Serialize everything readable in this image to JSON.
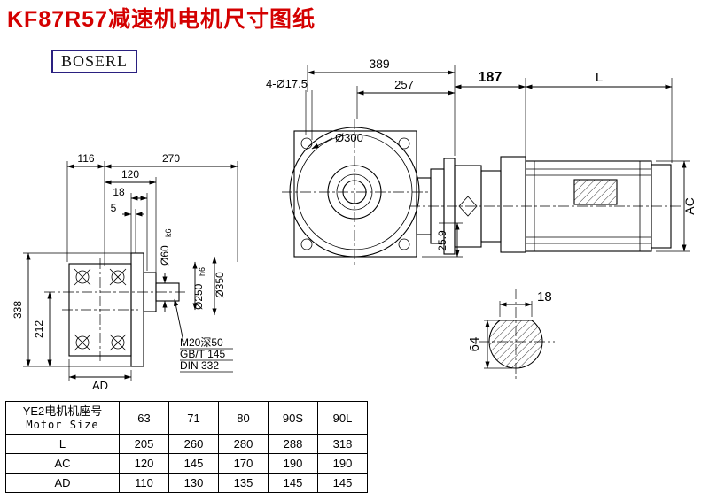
{
  "title": "KF87R57减速机电机尺寸图纸",
  "logo": "BOSERL",
  "drawing": {
    "top": {
      "overall_width": "389",
      "bolt_holes": "4-Ø17.5",
      "flange_width": "257",
      "adapter_length": "187",
      "motor_length": "L",
      "flange_diameter": "Ø300",
      "motor_height": "AC",
      "depth_offset": "25.9"
    },
    "left": {
      "width_116": "116",
      "width_270": "270",
      "width_120": "120",
      "width_18": "18",
      "width_5": "5",
      "shaft_diameter": "Ø60",
      "shaft_tolerance": "k6",
      "spigot_diameter": "Ø250",
      "spigot_tolerance": "h6",
      "flange_od": "Ø350",
      "height_338": "338",
      "height_212": "212",
      "width_ad": "AD",
      "tap_line1": "M20深50",
      "tap_line2": "GB/T 145",
      "tap_line3": "DIN 332"
    },
    "shaft_section": {
      "key_width": "18",
      "shaft_height": "64"
    }
  },
  "table": {
    "header_cn": "YE2电机机座号",
    "header_en": "Motor Size",
    "columns": [
      "63",
      "71",
      "80",
      "90S",
      "90L"
    ],
    "rows": [
      {
        "label": "L",
        "values": [
          "205",
          "260",
          "280",
          "288",
          "318"
        ]
      },
      {
        "label": "AC",
        "values": [
          "120",
          "145",
          "170",
          "190",
          "190"
        ]
      },
      {
        "label": "AD",
        "values": [
          "110",
          "130",
          "135",
          "145",
          "145"
        ]
      }
    ]
  }
}
